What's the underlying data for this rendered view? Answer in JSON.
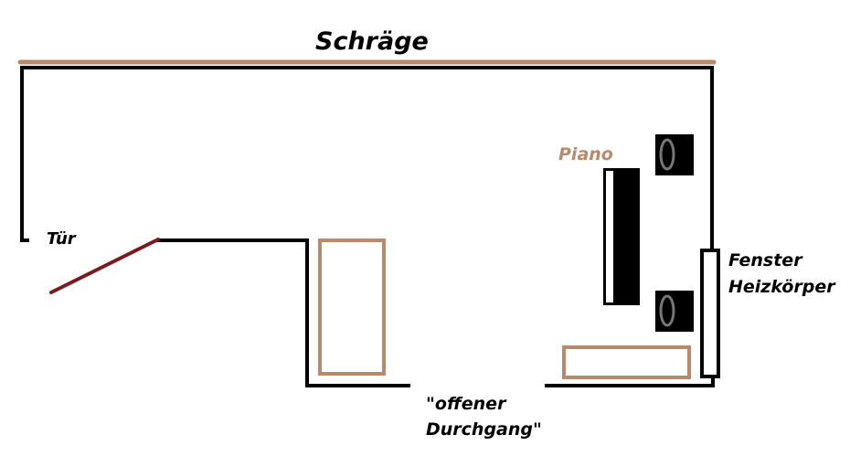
{
  "labels": {
    "slope": "Schräge",
    "door": "Tür",
    "piano": "Piano",
    "window": "Fenster",
    "radiator": "Heizkörper",
    "passage_line1": "\"offener",
    "passage_line2": "Durchgang\""
  },
  "colors": {
    "wall": "#000000",
    "slope_line": "#b8896a",
    "furniture_outline": "#b8896a",
    "door_leaf": "#7a1a1f",
    "piano_label": "#b8896a",
    "speaker_fill": "#000000",
    "speaker_cone": "#777777"
  },
  "icons": {
    "speakers": "speaker-icon",
    "piano": "piano-icon"
  }
}
